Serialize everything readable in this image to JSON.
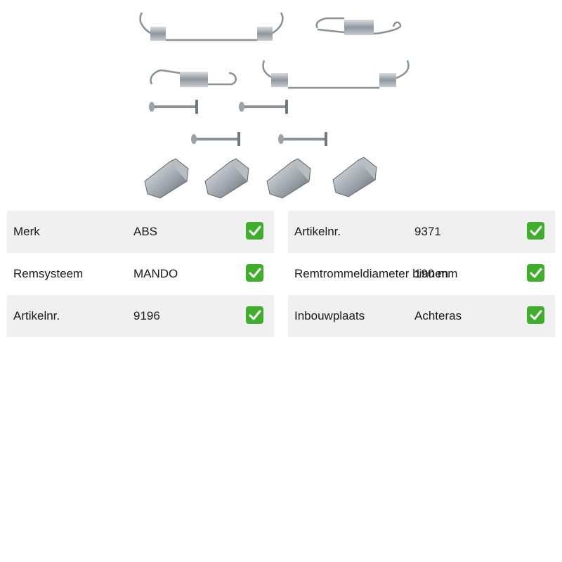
{
  "product_image_name": "brake-shoe-accessory-kit-image",
  "accent_colors": {
    "check_green": "#3fae2a",
    "row_shade": "#f0f0f0"
  },
  "left_specs": [
    {
      "label": "Merk",
      "value": "ABS",
      "icon": "check-icon"
    },
    {
      "label": "Remsysteem",
      "value": "MANDO",
      "icon": "check-icon"
    },
    {
      "label": "Artikelnr.",
      "value": "9196",
      "icon": "check-icon"
    }
  ],
  "right_specs": [
    {
      "label": "Artikelnr.",
      "value": "9371",
      "icon": "check-icon"
    },
    {
      "label": "Remtrommeldiameter binnen",
      "value": "190 mm",
      "icon": "check-icon"
    },
    {
      "label": "Inbouwplaats",
      "value": "Achteras",
      "icon": "check-icon"
    }
  ]
}
